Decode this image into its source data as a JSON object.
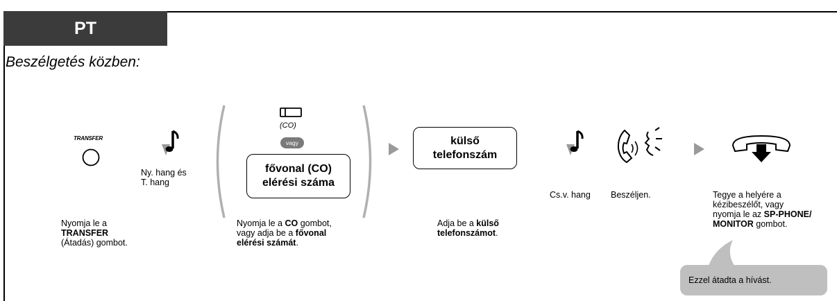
{
  "header": {
    "tab_label": "PT",
    "subtitle": "Beszélgetés közben:"
  },
  "steps": {
    "transfer": {
      "key_label": "TRANSFER",
      "caption": [
        {
          "t": "Nyomja le a",
          "b": false
        },
        {
          "t": "\n",
          "b": false
        },
        {
          "t": "TRANSFER",
          "b": true
        },
        {
          "t": "\n",
          "b": false
        },
        {
          "t": "(Átadás) gombot.",
          "b": false
        }
      ]
    },
    "tone1": {
      "label": "Ny. hang és\nT. hang"
    },
    "co": {
      "co_key_label": "(CO)",
      "or_label": "vagy",
      "box_text": "fővonal (CO)\nelérési száma",
      "caption": [
        {
          "t": "Nyomja le a ",
          "b": false
        },
        {
          "t": "CO",
          "b": true
        },
        {
          "t": " gombot,",
          "b": false
        },
        {
          "t": "\n",
          "b": false
        },
        {
          "t": "vagy adja be a ",
          "b": false
        },
        {
          "t": "fővonal",
          "b": true
        },
        {
          "t": "\n",
          "b": false
        },
        {
          "t": "elérési számát",
          "b": true
        },
        {
          "t": ".",
          "b": false
        }
      ]
    },
    "external": {
      "box_text": "külső\ntelefonszám",
      "caption": [
        {
          "t": "Adja be a ",
          "b": false
        },
        {
          "t": "külső",
          "b": true
        },
        {
          "t": "\n",
          "b": false
        },
        {
          "t": "telefonszámot",
          "b": true
        },
        {
          "t": ".",
          "b": false
        }
      ]
    },
    "tone2": {
      "label": "Cs.v. hang"
    },
    "talk": {
      "label": "Beszéljen."
    },
    "hangup": {
      "caption": [
        {
          "t": "Tegye a helyére a",
          "b": false
        },
        {
          "t": "\n",
          "b": false
        },
        {
          "t": "kézibeszélőt, vagy",
          "b": false
        },
        {
          "t": "\n",
          "b": false
        },
        {
          "t": "nyomja le az ",
          "b": false
        },
        {
          "t": "SP-PHONE/",
          "b": true
        },
        {
          "t": "\n",
          "b": false
        },
        {
          "t": "MONITOR",
          "b": true
        },
        {
          "t": " gombot.",
          "b": false
        }
      ]
    }
  },
  "note": {
    "text": "Ezzel átadta a hívást."
  },
  "colors": {
    "tab_bg": "#3b3b3b",
    "arrow": "#9a9a9a",
    "bubble": "#bfbfbf",
    "paren": "#b0b0b0"
  },
  "icons": [
    "transfer-key-icon",
    "tone-note-icon",
    "co-button-icon",
    "arrow-right-icon",
    "handset-talk-icon",
    "hang-up-icon"
  ]
}
